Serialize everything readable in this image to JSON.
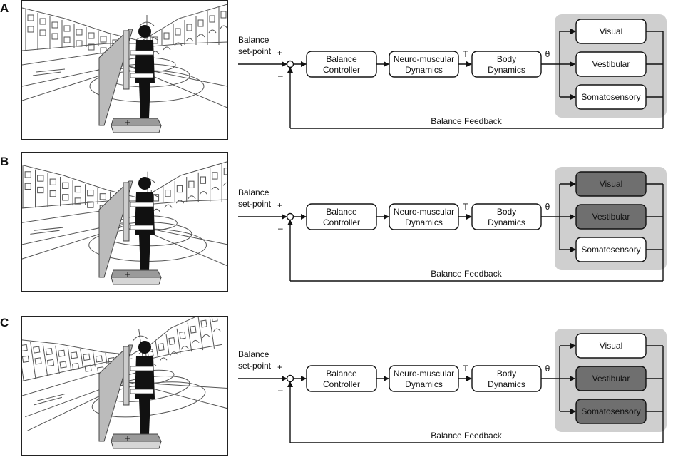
{
  "panels": [
    {
      "label": "A",
      "setpoint": [
        "Balance",
        "set-point"
      ],
      "plus": "+",
      "minus": "–",
      "blocks": [
        [
          "Balance",
          "Controller"
        ],
        [
          "Neuro-muscular",
          "Dynamics"
        ],
        [
          "Body",
          "Dynamics"
        ]
      ],
      "torque": "T",
      "theta": "θ",
      "sensors": [
        {
          "label": "Visual",
          "active": false
        },
        {
          "label": "Vestibular",
          "active": false
        },
        {
          "label": "Somatosensory",
          "active": false
        }
      ],
      "feedback": "Balance Feedback"
    },
    {
      "label": "B",
      "setpoint": [
        "Balance",
        "set-point"
      ],
      "plus": "+",
      "minus": "–",
      "blocks": [
        [
          "Balance",
          "Controller"
        ],
        [
          "Neuro-muscular",
          "Dynamics"
        ],
        [
          "Body",
          "Dynamics"
        ]
      ],
      "torque": "T",
      "theta": "θ",
      "sensors": [
        {
          "label": "Visual",
          "active": true
        },
        {
          "label": "Vestibular",
          "active": true
        },
        {
          "label": "Somatosensory",
          "active": false
        }
      ],
      "feedback": "Balance Feedback"
    },
    {
      "label": "C",
      "setpoint": [
        "Balance",
        "set-point"
      ],
      "plus": "+",
      "minus": "–",
      "blocks": [
        [
          "Balance",
          "Controller"
        ],
        [
          "Neuro-muscular",
          "Dynamics"
        ],
        [
          "Body",
          "Dynamics"
        ]
      ],
      "torque": "T",
      "theta": "θ",
      "sensors": [
        {
          "label": "Visual",
          "active": false
        },
        {
          "label": "Vestibular",
          "active": true
        },
        {
          "label": "Somatosensory",
          "active": true
        }
      ],
      "feedback": "Balance Feedback"
    }
  ],
  "colors": {
    "active_sensor": "#6f6f6f",
    "inactive_sensor": "#ffffff",
    "sensor_group_bg": "#cfcfcf",
    "line": "#111111"
  }
}
